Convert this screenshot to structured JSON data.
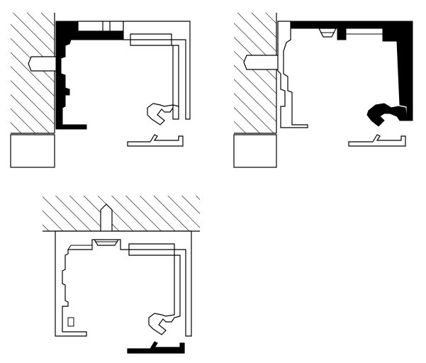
{
  "figure": {
    "views": [
      {
        "id": "wall-mount-left",
        "description_visible": false
      },
      {
        "id": "wall-mount-right",
        "description_visible": false
      },
      {
        "id": "ceiling-mount",
        "description_visible": false
      }
    ],
    "colors": {
      "stroke": "#000000",
      "fill_dark": "#000000",
      "fill_light": "#ffffff",
      "hatch": "#000000"
    },
    "icons": [
      "wall-hatch",
      "screw-anchor",
      "countersunk-screw",
      "profile-track"
    ]
  }
}
